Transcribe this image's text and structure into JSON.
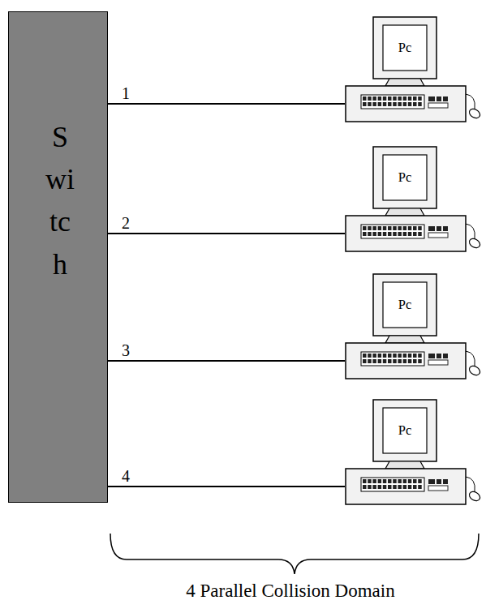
{
  "diagram": {
    "caption": "4 Parallel Collision Domain",
    "nodes": [
      {
        "text": [
          "Switch"
        ]
      },
      {
        "text": [
          "Pc"
        ]
      },
      {
        "text": [
          "Pc"
        ]
      },
      {
        "text": [
          "Pc"
        ]
      },
      {
        "text": [
          "Pc"
        ]
      }
    ],
    "edges": [
      {
        "from": 0,
        "to": 1,
        "arrow": "none",
        "label": "1"
      },
      {
        "from": 0,
        "to": 2,
        "arrow": "none",
        "label": "2"
      },
      {
        "from": 0,
        "to": 3,
        "arrow": "none",
        "label": "3"
      },
      {
        "from": 0,
        "to": 4,
        "arrow": "none",
        "label": "4"
      }
    ]
  }
}
